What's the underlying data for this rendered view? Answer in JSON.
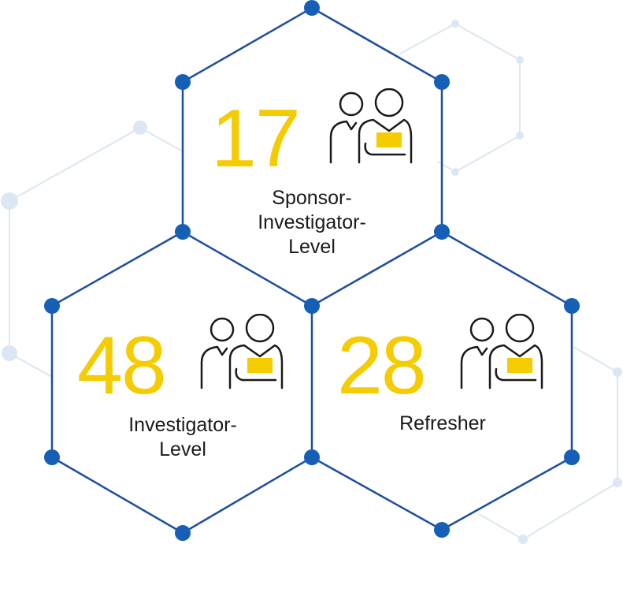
{
  "colors": {
    "hex_line": "#1d4f9c",
    "hex_node": "#1560b6",
    "bg_line": "#dbe7f2",
    "bg_node": "#dbe7f2",
    "number": "#f5cc00",
    "icon_stroke": "#1a1a1a",
    "icon_card": "#f5cc00"
  },
  "cells": [
    {
      "id": "sponsor",
      "value": "17",
      "label": "Sponsor-\nInvestigator-\nLevel",
      "icon": "people-icon"
    },
    {
      "id": "investigator",
      "value": "48",
      "label": "Investigator-\nLevel",
      "icon": "people-icon"
    },
    {
      "id": "refresher",
      "value": "28",
      "label": "Refresher",
      "icon": "people-icon"
    }
  ]
}
